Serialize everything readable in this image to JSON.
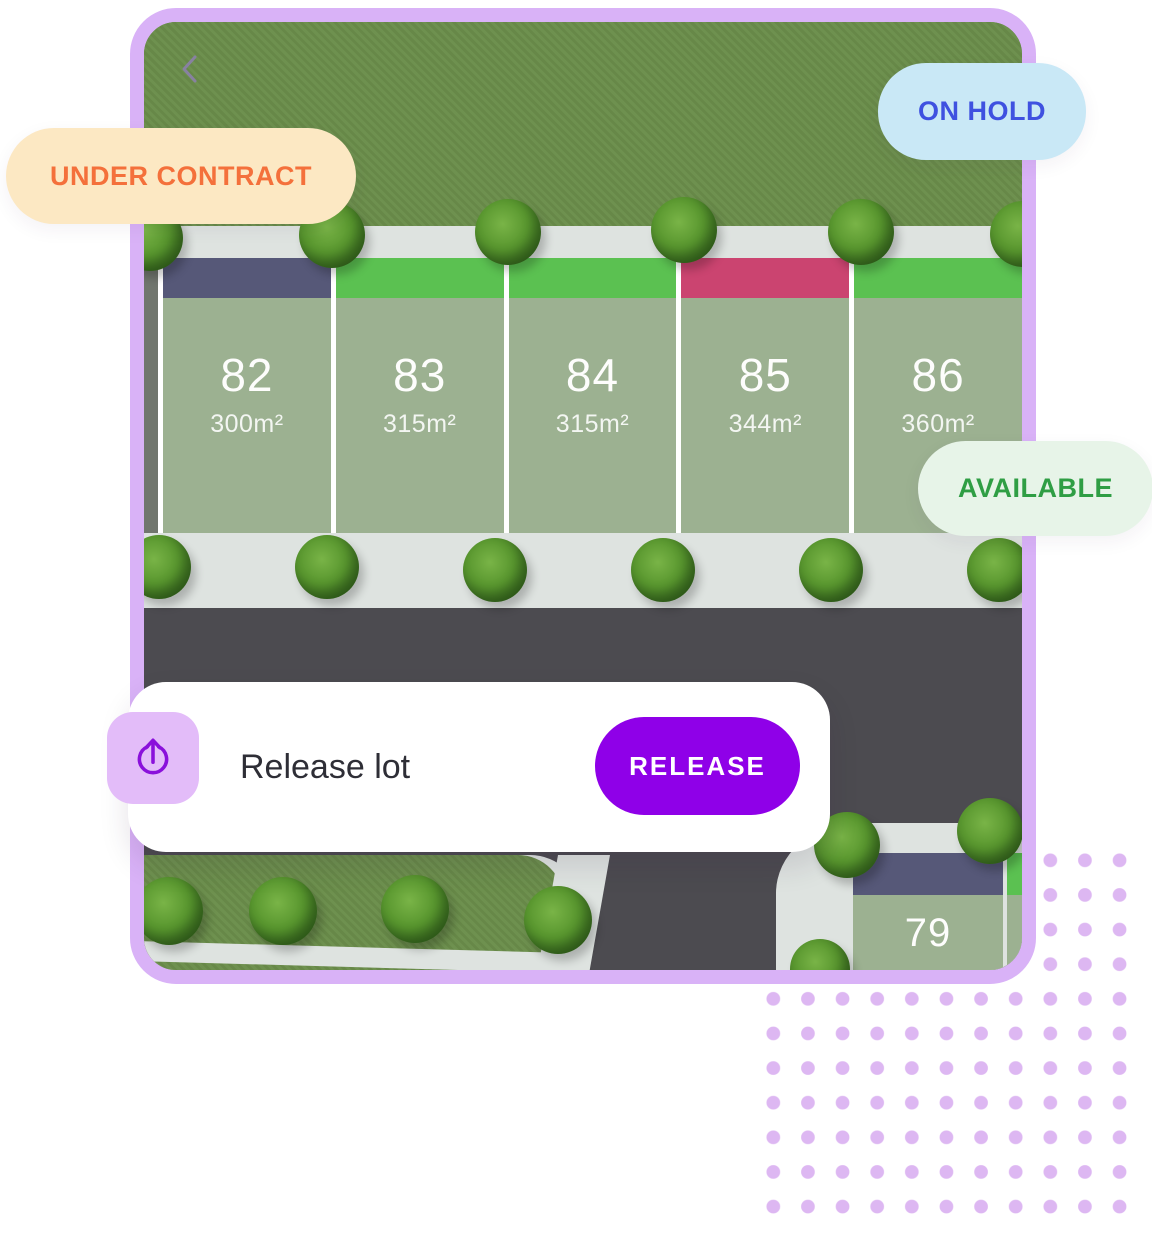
{
  "map": {
    "back_icon": "chevron-left",
    "lots": [
      {
        "number": "82",
        "area": "300m²",
        "strip_color": "#565878"
      },
      {
        "number": "83",
        "area": "315m²",
        "strip_color": "#5BC151"
      },
      {
        "number": "84",
        "area": "315m²",
        "strip_color": "#5BC151"
      },
      {
        "number": "85",
        "area": "344m²",
        "strip_color": "#CB4470"
      },
      {
        "number": "86",
        "area": "360m²",
        "strip_color": "#5BC151"
      }
    ],
    "corner_lot": {
      "number": "79",
      "strip_color": "#565878",
      "edge_strip_color": "#5BC151"
    }
  },
  "badges": {
    "under_contract": {
      "label": "UNDER CONTRACT",
      "bg": "#FCE8C3",
      "color": "#F4703B"
    },
    "on_hold": {
      "label": "ON HOLD",
      "bg": "#C9E8F6",
      "color": "#3F51E0"
    },
    "available": {
      "label": "AVAILABLE",
      "bg": "#E7F4E8",
      "color": "#2F9E44"
    }
  },
  "release_card": {
    "title": "Release lot",
    "button_label": "RELEASE",
    "button_color": "#8F00E8",
    "icon": "upload-icon",
    "icon_color": "#8A10DB",
    "icon_tile_color": "#E3BCF9"
  },
  "decor": {
    "dot_color": "#DDB7F2",
    "frame_color": "#D9B2F7"
  }
}
